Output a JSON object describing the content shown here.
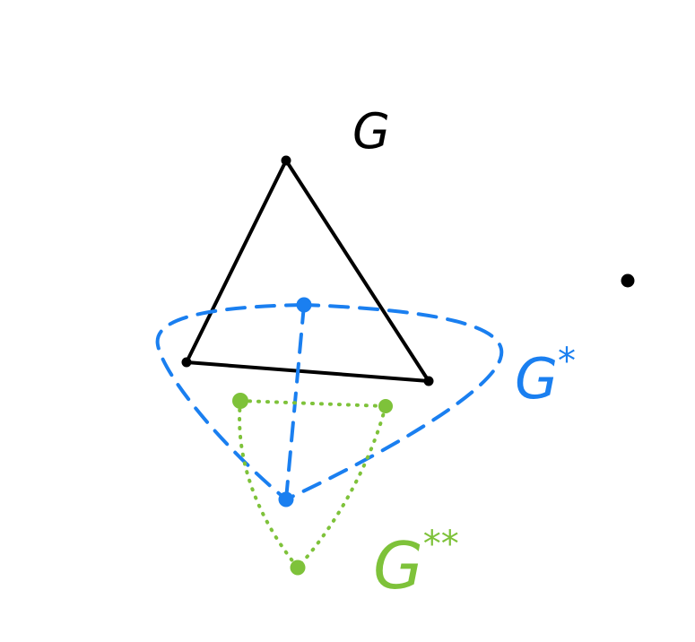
{
  "colors": {
    "graph": "#000000",
    "dual": "#1a7ff0",
    "double_dual": "#7ec23a",
    "background": "#ffffff"
  },
  "labels": {
    "graph": "G",
    "dual_base": "G",
    "dual_mark": "*",
    "double_dual_base": "G",
    "double_dual_mark": "**"
  }
}
